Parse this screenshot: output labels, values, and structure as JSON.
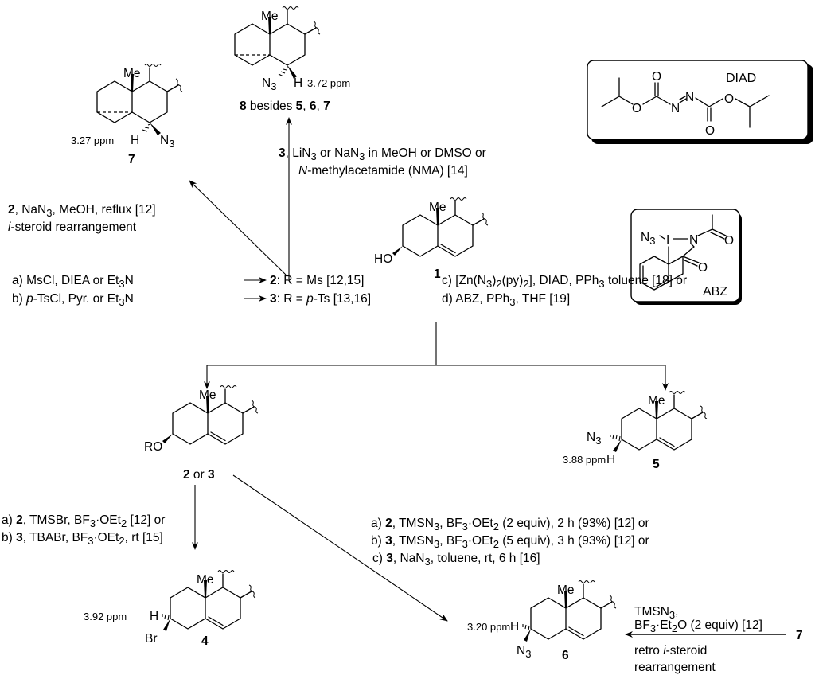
{
  "compounds": {
    "c1": {
      "number": "1",
      "substituent": "HO"
    },
    "c2or3": {
      "label_a": "2",
      "label_or": " or ",
      "label_b": "3",
      "substituent": "RO"
    },
    "c4": {
      "number": "4",
      "substituent": "Br",
      "h_label": "H",
      "shift": "3.92 ppm"
    },
    "c5": {
      "number": "5",
      "substituent": "N",
      "sub_index": "3",
      "h_label": "H",
      "shift": "3.88 ppm"
    },
    "c6": {
      "number": "6",
      "substituent": "N",
      "sub_index": "3",
      "h_label": "H",
      "shift": "3.20 ppm"
    },
    "c7": {
      "number": "7",
      "substituent": "N",
      "sub_index": "3",
      "h_label": "H",
      "shift": "3.27 ppm"
    },
    "c8": {
      "number": "8",
      "substituent": "N",
      "sub_index": "3",
      "h_label": "H",
      "shift": "3.72 ppm",
      "caption_rest": " besides ",
      "caption_5": "5",
      "caption_sep1": ", ",
      "caption_6": "6",
      "caption_sep2": ", ",
      "caption_7": "7"
    },
    "me_label": "Me"
  },
  "reagents": {
    "to7": {
      "line1_bold": "2",
      "line1_a": ", NaN",
      "line1_sub": "3",
      "line1_b": ", MeOH, reflux [12]",
      "line2_italic": "i",
      "line2_rest": "-steroid rearrangement"
    },
    "to8": {
      "line1_bold": "3",
      "line1_a": ", LiN",
      "line1_sub1": "3",
      "line1_b": " or NaN",
      "line1_sub2": "3",
      "line1_c": " in MeOH or DMSO or",
      "line2_italic": "N",
      "line2_rest": "-methylacetamide (NMA) [14]"
    },
    "activation": {
      "a_prefix": "a) MsCl, DIEA or Et",
      "a_sub": "3",
      "a_suffix": "N",
      "a_product_bold": "2",
      "a_product_rest": ": R = Ms [12,15]",
      "b_prefix": "b) ",
      "b_italic": "p",
      "b_mid": "-TsCl, Pyr. or Et",
      "b_sub": "3",
      "b_suffix": "N",
      "b_product_bold": "3",
      "b_product_rest": ": R = ",
      "b_product_italic": "p",
      "b_product_end": "-Ts [13,16]"
    },
    "mitsunobu": {
      "c_prefix": "c) [Zn(N",
      "c_sub1": "3",
      "c_mid": ")",
      "c_sub2": "2",
      "c_mid2": "(py)",
      "c_sub3": "2",
      "c_mid3": "], DIAD, PPh",
      "c_sub4": "3",
      "c_end": " toluene [18] or",
      "d_prefix": "d) ABZ, PPh",
      "d_sub": "3",
      "d_end": ", THF [19]"
    },
    "to4": {
      "a_prefix": "a) ",
      "a_bold": "2",
      "a_mid": ", TMSBr, BF",
      "a_sub1": "3",
      "a_mid2": "·OEt",
      "a_sub2": "2",
      "a_end": " [12] or",
      "b_prefix": "b) ",
      "b_bold": "3",
      "b_mid": ", TBABr, BF",
      "b_sub1": "3",
      "b_mid2": "·OEt",
      "b_sub2": "2",
      "b_end": ", rt [15]"
    },
    "to6": {
      "a_prefix": "a) ",
      "a_bold": "2",
      "a_mid": ", TMSN",
      "a_sub1": "3",
      "a_mid2": ", BF",
      "a_sub2": "3",
      "a_mid3": "·OEt",
      "a_sub3": "2",
      "a_end": " (2 equiv), 2 h (93%) [12] or",
      "b_prefix": "b) ",
      "b_bold": "3",
      "b_mid": ", TMSN",
      "b_sub1": "3",
      "b_mid2": ", BF",
      "b_sub2": "3",
      "b_mid3": "·OEt",
      "b_sub3": "2",
      "b_end": " (5 equiv), 3 h (93%) [12] or",
      "c_prefix": "c) ",
      "c_bold": "3",
      "c_mid": ", NaN",
      "c_sub1": "3",
      "c_end": ", toluene, rt, 6 h [16]"
    },
    "retro": {
      "line1_a": "TMSN",
      "line1_sub": "3",
      "line1_b": ",",
      "line2_a": "BF",
      "line2_sub1": "3",
      "line2_b": "·Et",
      "line2_sub2": "2",
      "line2_c": "O (2 equiv) [12]",
      "line3_a": "retro ",
      "line3_italic": "i",
      "line3_b": "-steroid",
      "line4": "rearrangement",
      "start_compound": "7"
    }
  },
  "reagent_boxes": {
    "diad": {
      "name": "DIAD",
      "atom_o": "O",
      "atom_n": "N"
    },
    "abz": {
      "name": "ABZ",
      "atom_n": "N",
      "n_sub": "3",
      "atom_i": "I",
      "atom_o": "O"
    }
  }
}
